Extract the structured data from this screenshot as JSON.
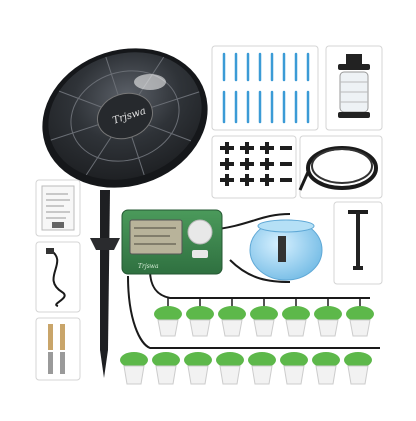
{
  "product": {
    "brand_logo": "Trjswa",
    "colors": {
      "panel_dark": "#2b2e33",
      "controller_green": "#3d8a4e",
      "stake_blue": "#3b9bd6",
      "water_tank": "#8ecdf0",
      "plant_green": "#5db84a",
      "tube_black": "#1a1a1a"
    }
  },
  "components": [
    {
      "name": "solar-panel",
      "icon": "solar-panel"
    },
    {
      "name": "ground-stake",
      "icon": "spike"
    },
    {
      "name": "controller",
      "icon": "timer-control-box"
    },
    {
      "name": "water-tank",
      "icon": "round-tank"
    },
    {
      "name": "drip-stakes",
      "icon": "blue-drippers"
    },
    {
      "name": "filter",
      "icon": "water-filter"
    },
    {
      "name": "tee-connectors",
      "icon": "tee-fittings"
    },
    {
      "name": "hose-coil",
      "icon": "tube-coil"
    },
    {
      "name": "hand-tool",
      "icon": "t-handle"
    },
    {
      "name": "user-manual",
      "icon": "booklet"
    },
    {
      "name": "usb-cable",
      "icon": "cable"
    },
    {
      "name": "screw-set",
      "icon": "screws"
    },
    {
      "name": "potted-plants",
      "icon": "plants"
    }
  ]
}
